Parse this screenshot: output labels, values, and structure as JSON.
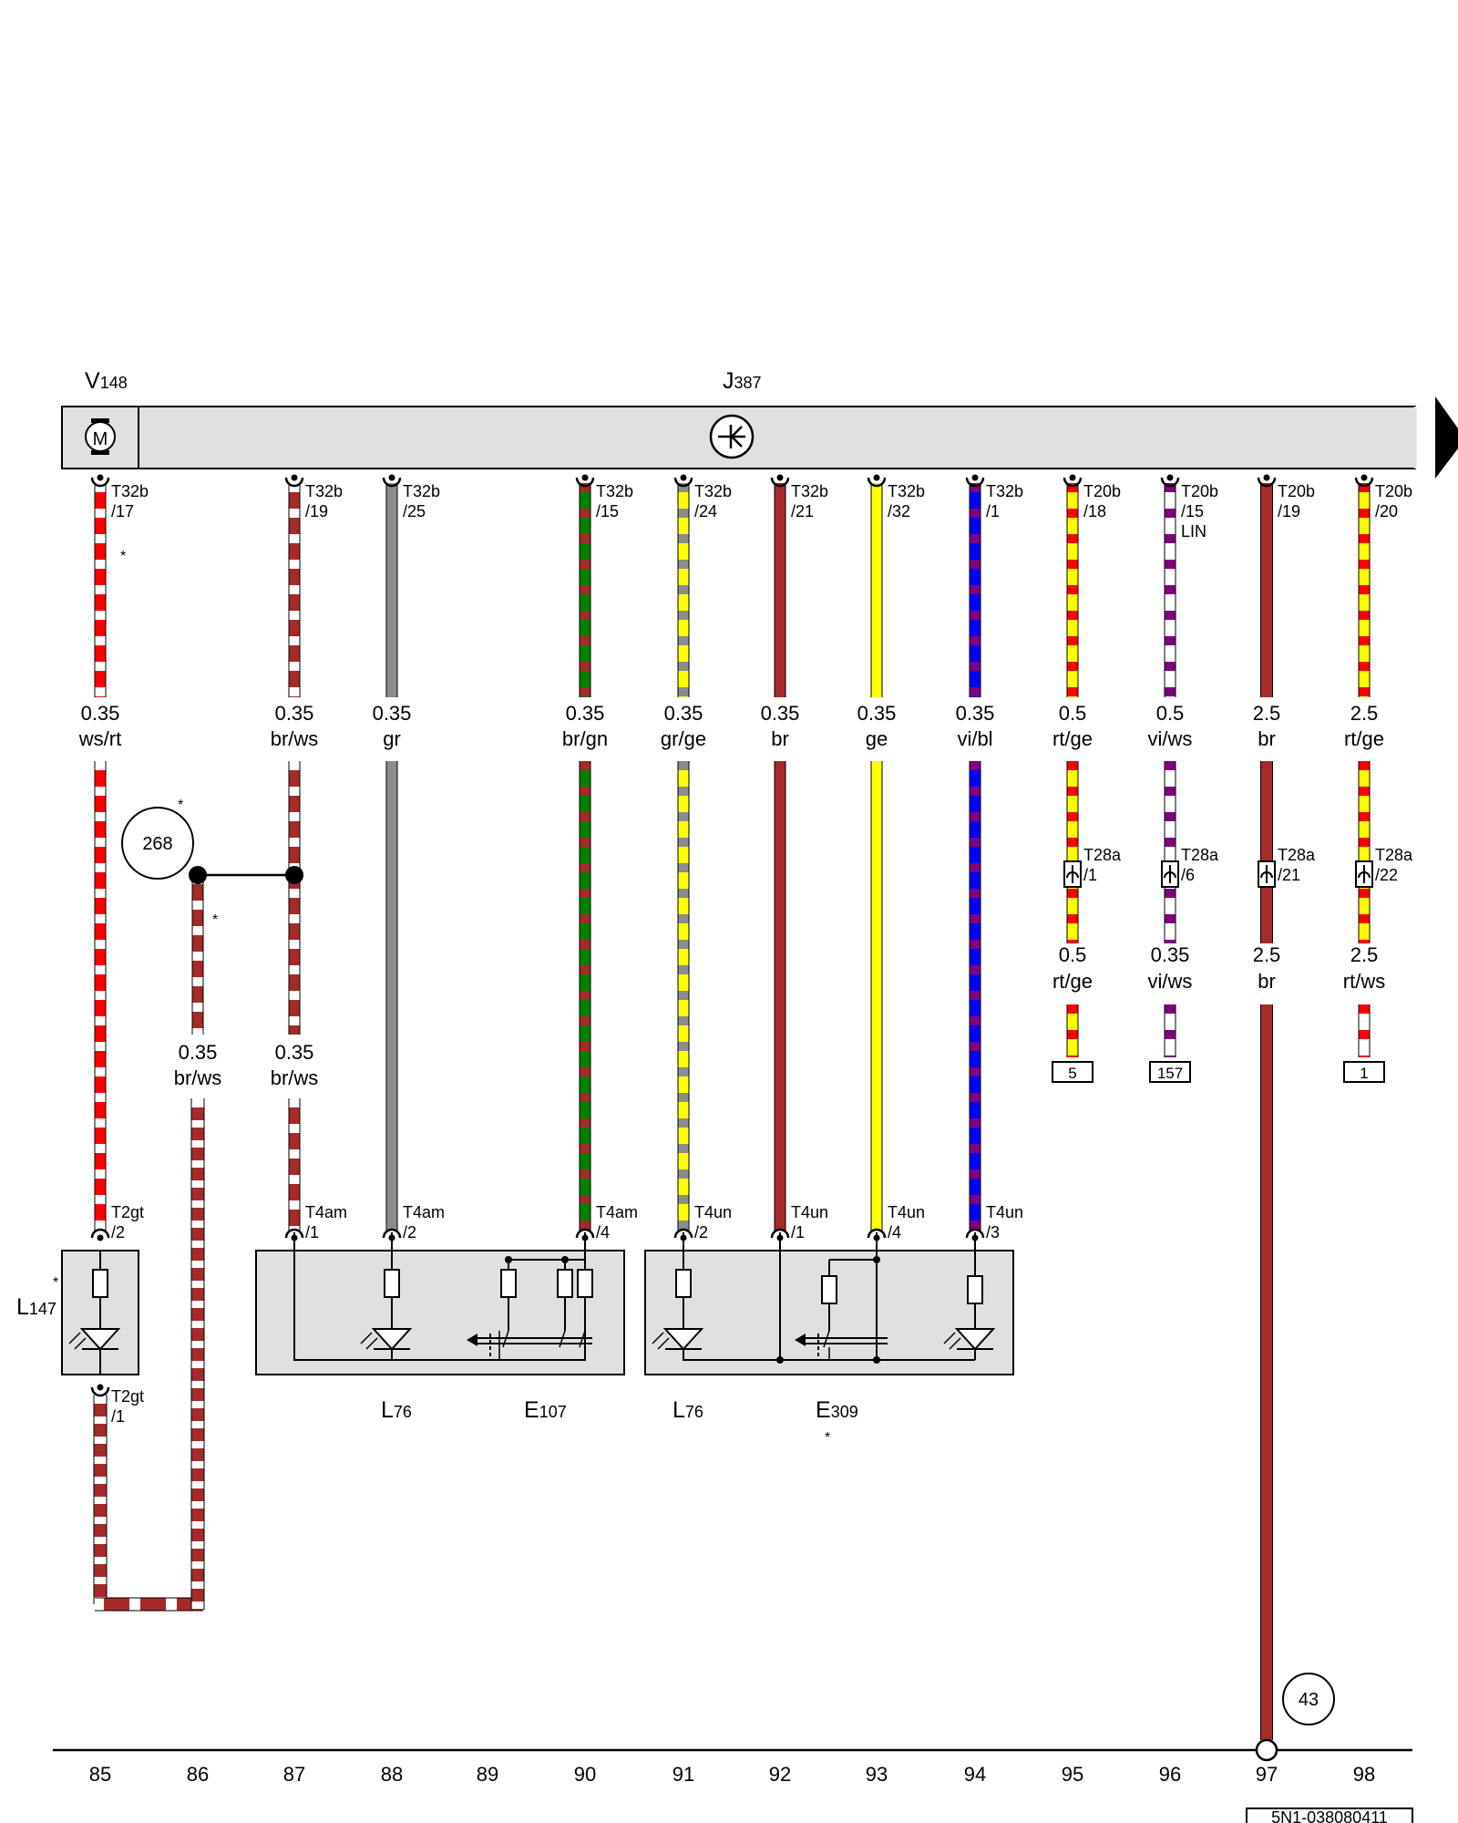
{
  "components": {
    "V148": {
      "letter": "V",
      "number": "148"
    },
    "J387": {
      "letter": "J",
      "number": "387"
    },
    "L147": {
      "letter": "L",
      "number": "147"
    },
    "L76a": {
      "letter": "L",
      "number": "76"
    },
    "E107": {
      "letter": "E",
      "number": "107"
    },
    "L76b": {
      "letter": "L",
      "number": "76"
    },
    "E309": {
      "letter": "E",
      "number": "309"
    }
  },
  "symbols": {
    "motor": "M",
    "star": "*"
  },
  "wires": [
    {
      "track": "85",
      "colors": [
        "#ffffff",
        "#ff0000"
      ],
      "upper_conn": "T32b",
      "upper_pin": "/17",
      "size": "0.35",
      "code": "ws/rt",
      "lower_conn": "T2gt",
      "lower_pin": "/2",
      "bottom_conn": "T2gt",
      "bottom_pin": "/1"
    },
    {
      "track": "86",
      "colors": [
        "#ffffff",
        "#a52a2a"
      ],
      "size": "0.35",
      "code": "br/ws"
    },
    {
      "track": "87",
      "colors": [
        "#ffffff",
        "#a52a2a"
      ],
      "upper_conn": "T32b",
      "upper_pin": "/19",
      "size": "0.35",
      "code": "br/ws",
      "lower_size": "0.35",
      "lower_code": "br/ws",
      "lower_conn": "T4am",
      "lower_pin": "/1"
    },
    {
      "track": "88",
      "colors": [
        "#8c8c8c"
      ],
      "upper_conn": "T32b",
      "upper_pin": "/25",
      "size": "0.35",
      "code": "gr",
      "lower_conn": "T4am",
      "lower_pin": "/2"
    },
    {
      "track": "90",
      "colors": [
        "#a52a2a",
        "#008000"
      ],
      "upper_conn": "T32b",
      "upper_pin": "/15",
      "size": "0.35",
      "code": "br/gn",
      "lower_conn": "T4am",
      "lower_pin": "/4"
    },
    {
      "track": "91",
      "colors": [
        "#8c8c8c",
        "#ffff00"
      ],
      "upper_conn": "T32b",
      "upper_pin": "/24",
      "size": "0.35",
      "code": "gr/ge",
      "lower_conn": "T4un",
      "lower_pin": "/2"
    },
    {
      "track": "92",
      "colors": [
        "#a52a2a"
      ],
      "upper_conn": "T32b",
      "upper_pin": "/21",
      "size": "0.35",
      "code": "br",
      "lower_conn": "T4un",
      "lower_pin": "/1"
    },
    {
      "track": "93",
      "colors": [
        "#ffff00"
      ],
      "upper_conn": "T32b",
      "upper_pin": "/32",
      "size": "0.35",
      "code": "ge",
      "lower_conn": "T4un",
      "lower_pin": "/4"
    },
    {
      "track": "94",
      "colors": [
        "#800080",
        "#0000ff"
      ],
      "upper_conn": "T32b",
      "upper_pin": "/1",
      "size": "0.35",
      "code": "vi/bl",
      "lower_conn": "T4un",
      "lower_pin": "/3"
    },
    {
      "track": "95",
      "colors": [
        "#ff0000",
        "#ffff00"
      ],
      "upper_conn": "T20b",
      "upper_pin": "/18",
      "size": "0.5",
      "code": "rt/ge",
      "mid_conn": "T28a",
      "mid_pin": "/1",
      "lower_size": "0.5",
      "lower_code": "rt/ge",
      "ref": "5"
    },
    {
      "track": "96",
      "colors": [
        "#800080",
        "#ffffff"
      ],
      "upper_conn": "T20b",
      "upper_pin": "/15",
      "extra": "LIN",
      "size": "0.5",
      "code": "vi/ws",
      "mid_conn": "T28a",
      "mid_pin": "/6",
      "lower_size": "0.35",
      "lower_code": "vi/ws",
      "ref": "157"
    },
    {
      "track": "97",
      "colors": [
        "#a52a2a"
      ],
      "upper_conn": "T20b",
      "upper_pin": "/19",
      "size": "2.5",
      "code": "br",
      "mid_conn": "T28a",
      "mid_pin": "/21",
      "lower_size": "2.5",
      "lower_code": "br"
    },
    {
      "track": "98",
      "colors": [
        "#ff0000",
        "#ffff00"
      ],
      "upper_conn": "T20b",
      "upper_pin": "/20",
      "size": "2.5",
      "code": "rt/ge",
      "mid_conn": "T28a",
      "mid_pin": "/22",
      "lower_size": "2.5",
      "lower_code": "rt/ws",
      "lower_colors": [
        "#ff0000",
        "#ffffff"
      ],
      "ref": "1"
    }
  ],
  "refs": {
    "left_circle": "268",
    "ground_circle": "43"
  },
  "tracks": [
    "85",
    "86",
    "87",
    "88",
    "89",
    "90",
    "91",
    "92",
    "93",
    "94",
    "95",
    "96",
    "97",
    "98"
  ],
  "doc_code": "5N1-038080411",
  "colors": {
    "housing": "#e0e0e0",
    "brown": "#a52a2a"
  }
}
